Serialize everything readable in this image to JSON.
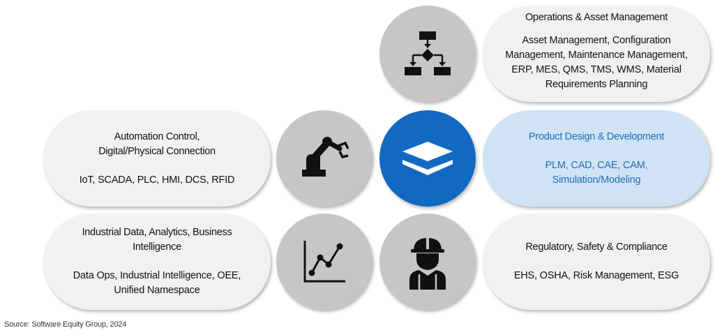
{
  "ops": {
    "title": "Operations & Asset Management",
    "items": "Asset Management, Configuration Management, Maintenance Management, ERP, MES, QMS, TMS, WMS, Material Requirements Planning"
  },
  "automation": {
    "title": "Automation Control, Digital/Physical Connection",
    "items": "IoT, SCADA, PLC, HMI, DCS, RFID"
  },
  "product": {
    "title": "Product Design & Development",
    "items": "PLM, CAD, CAE, CAM, Simulation/Modeling"
  },
  "industrial": {
    "title": "Industrial Data, Analytics, Business Intelligence",
    "items": "Data Ops, Industrial Intelligence, OEE, Unified Namespace"
  },
  "regulatory": {
    "title": "Regulatory, Safety & Compliance",
    "items": "EHS, OSHA, Risk Management, ESG"
  },
  "source": "Source: Software Equity Group, 2024",
  "icons": {
    "ops": "flowchart-icon",
    "automation": "robot-arm-icon",
    "center": "layers-icon",
    "industrial": "line-chart-icon",
    "regulatory": "worker-hardhat-icon"
  },
  "colors": {
    "pill_gray": "#f1f1f1",
    "pill_blue": "#cfe3f4",
    "text_blue": "#1f6fb8",
    "circle_gray": "#c6c6c6",
    "circle_blue": "#1169c2"
  }
}
